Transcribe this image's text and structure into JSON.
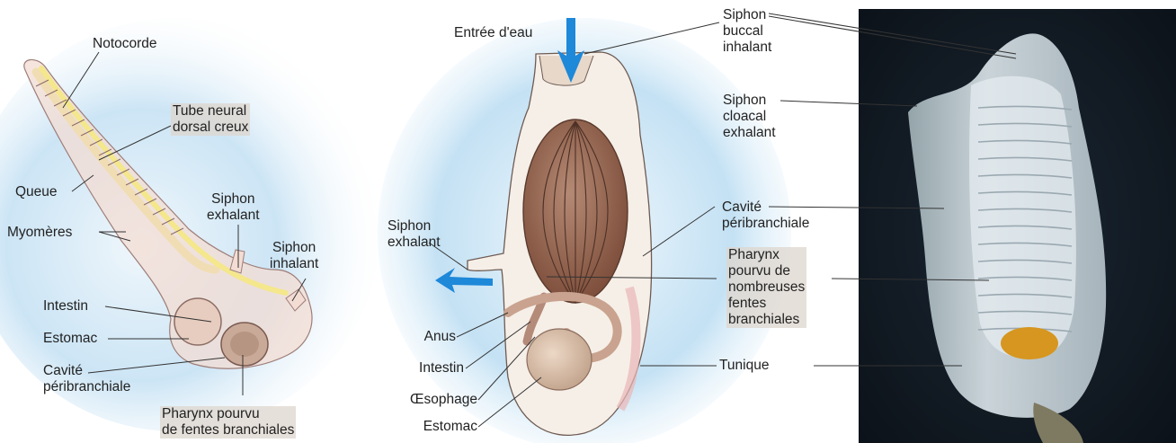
{
  "colors": {
    "background_glow": "#a9d3ef",
    "label_text": "#222222",
    "leader_line": "#333333",
    "water_arrow": "#1e88d9",
    "notochord": "#f1ddb4",
    "nerve_tube": "#f4e78c",
    "pharynx_brown": "#9a6a55",
    "photo_background": "#111a24"
  },
  "panel_left": {
    "labels": {
      "notocorde": "Notocorde",
      "tube_neural": [
        "Tube neural",
        "dorsal creux"
      ],
      "queue": "Queue",
      "myomeres": "Myomères",
      "siphon_exhalant": [
        "Siphon",
        "exhalant"
      ],
      "siphon_inhalant": [
        "Siphon",
        "inhalant"
      ],
      "intestin": "Intestin",
      "estomac": "Estomac",
      "cavite": [
        "Cavité",
        "péribranchiale"
      ],
      "pharynx": [
        "Pharynx pourvu",
        "de fentes branchiales"
      ]
    }
  },
  "panel_middle": {
    "labels": {
      "entree_eau": "Entrée d'eau",
      "siphon_exhalant": [
        "Siphon",
        "exhalant"
      ],
      "anus": "Anus",
      "intestin": "Intestin",
      "oesophage": "Œsophage",
      "estomac": "Estomac"
    }
  },
  "panel_right": {
    "labels": {
      "siphon_buccal": [
        "Siphon",
        "buccal",
        "inhalant"
      ],
      "siphon_cloacal": [
        "Siphon",
        "cloacal",
        "exhalant"
      ],
      "cavite": [
        "Cavité",
        "péribranchiale"
      ],
      "pharynx": [
        "Pharynx",
        "pourvu de",
        "nombreuses",
        "fentes",
        "branchiales"
      ],
      "tunique": "Tunique"
    }
  }
}
